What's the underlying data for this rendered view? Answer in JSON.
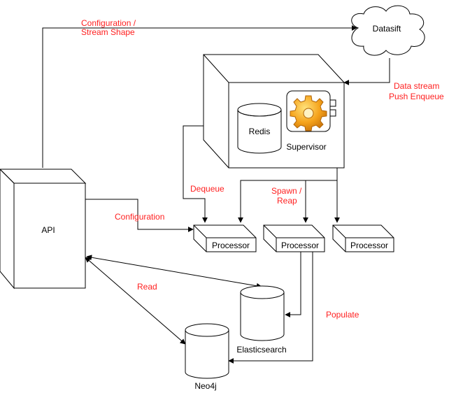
{
  "colors": {
    "stroke": "#000000",
    "annotation": "#ff2020",
    "background": "#ffffff",
    "gear": "#f5a21b"
  },
  "nodes": {
    "datasift": "Datasift",
    "redis": "Redis",
    "supervisor": "Supervisor",
    "api": "API",
    "processor_1": "Processor",
    "processor_2": "Processor",
    "processor_3": "Processor",
    "elasticsearch": "Elasticsearch",
    "neo4j": "Neo4j"
  },
  "edge_labels": {
    "configuration_stream_shape": [
      "Configuration /",
      "Stream Shape"
    ],
    "data_stream_push_enqueue": [
      "Data stream",
      "Push Enqueue"
    ],
    "dequeue": "Dequeue",
    "spawn_reap": [
      "Spawn /",
      "Reap"
    ],
    "configuration": "Configuration",
    "read": "Read",
    "populate": "Populate"
  },
  "icons": {
    "supervisor": "gear-icon"
  }
}
